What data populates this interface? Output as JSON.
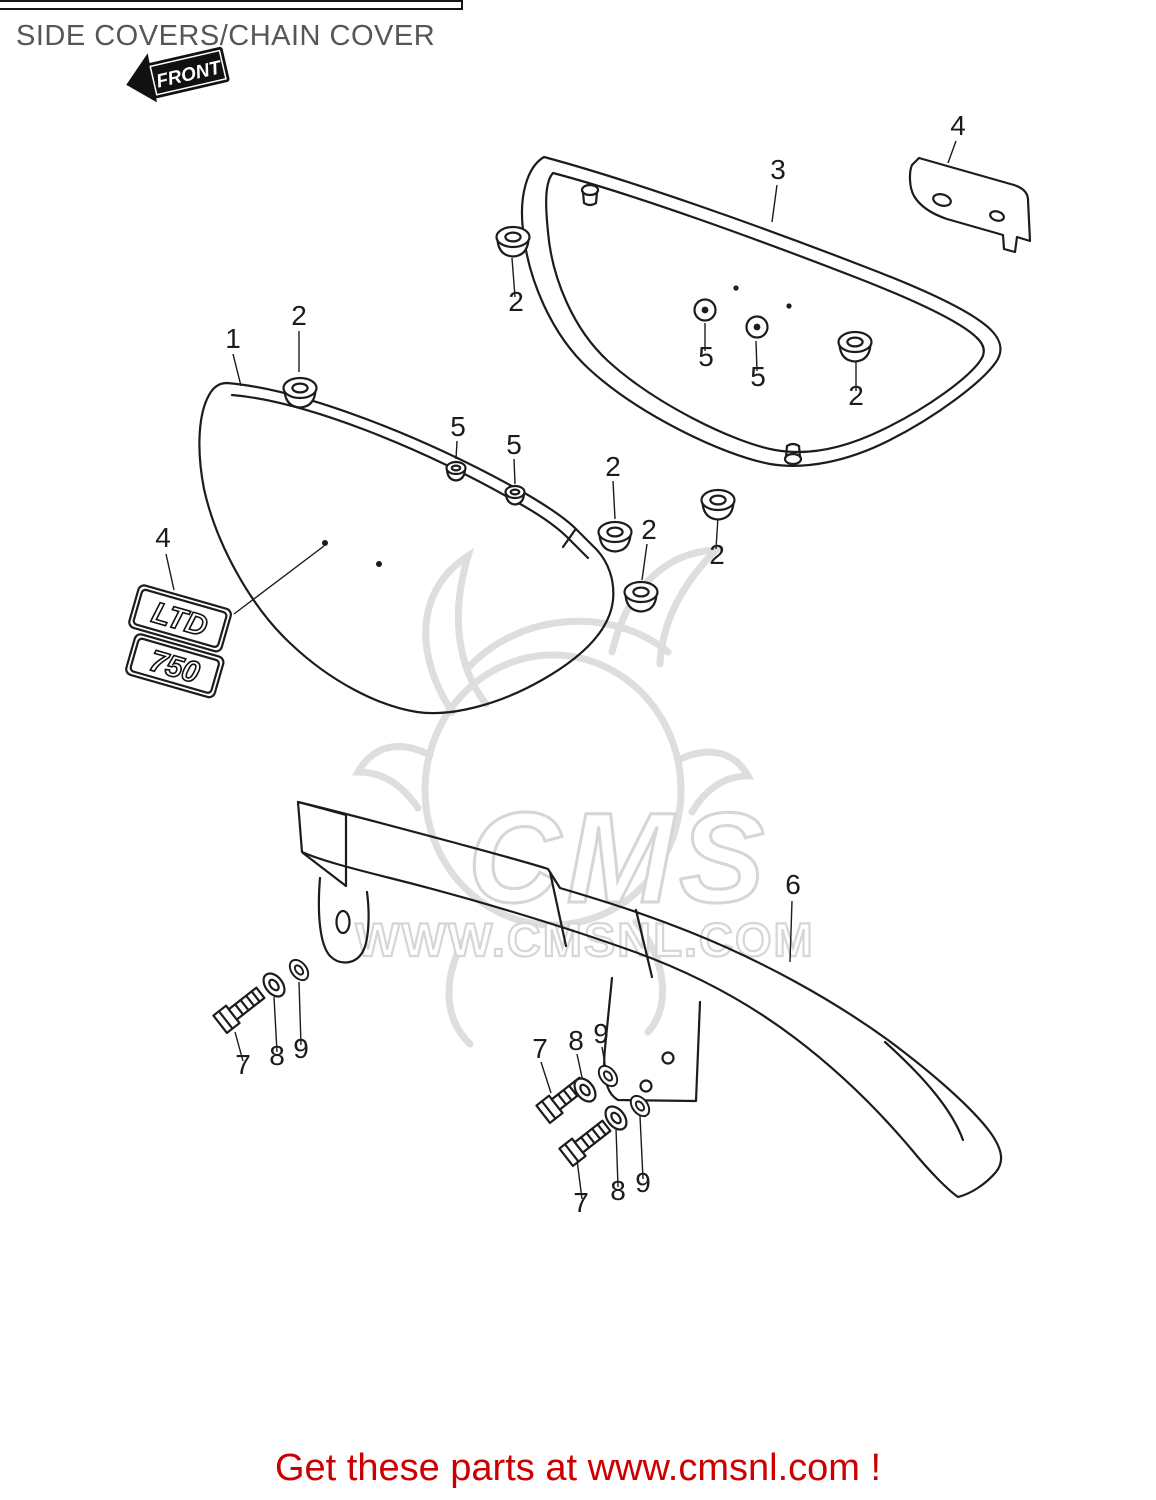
{
  "page": {
    "title": "SIDE COVERS/CHAIN COVER",
    "footer_text": "Get these parts at www.cmsnl.com !"
  },
  "colors": {
    "footer_red": "#cc0000",
    "title_gray": "#55565a",
    "line_black": "#1c1c1c",
    "watermark_gray": "#d6d6d6"
  },
  "diagram": {
    "front_label": "FRONT",
    "emblem": {
      "line1": "LTD",
      "line2": "750"
    },
    "watermark": {
      "logo": "CMS",
      "url": "WWW.CMSNL.COM"
    },
    "callouts": [
      "1",
      "2",
      "2",
      "3",
      "4",
      "5",
      "5",
      "2",
      "5",
      "5",
      "2",
      "2",
      "2",
      "4",
      "6",
      "7",
      "8",
      "9",
      "7",
      "8",
      "9",
      "7",
      "8",
      "9"
    ]
  }
}
